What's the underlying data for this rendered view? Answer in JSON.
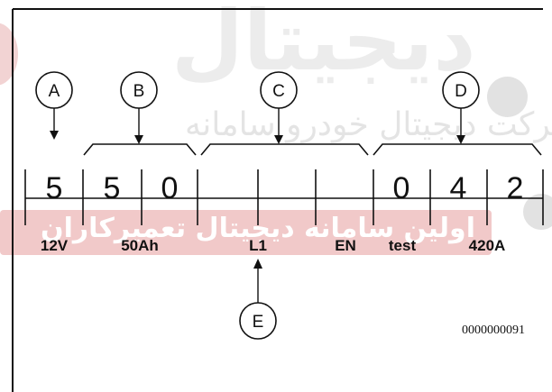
{
  "callouts": [
    "A",
    "B",
    "C",
    "D",
    "E"
  ],
  "digits": [
    "5",
    "5",
    "0",
    "",
    "",
    "",
    "0",
    "4",
    "2"
  ],
  "labels": {
    "voltage": "12V",
    "capacity": "50Ah",
    "layout": "L1",
    "standard": "EN",
    "test": "test",
    "current": "420A"
  },
  "catalog_number": "0000000091",
  "watermark": {
    "brand": "دیجیتال",
    "company": "شرکت دیجیتال خودرو سامانه",
    "slogan": "اولین سامانه دیجیتال تعمیرکاران"
  },
  "colors": {
    "line": "#1a1a1a",
    "watermark_gray": "#e6e6e6",
    "watermark_red": "#f1c9c9"
  }
}
